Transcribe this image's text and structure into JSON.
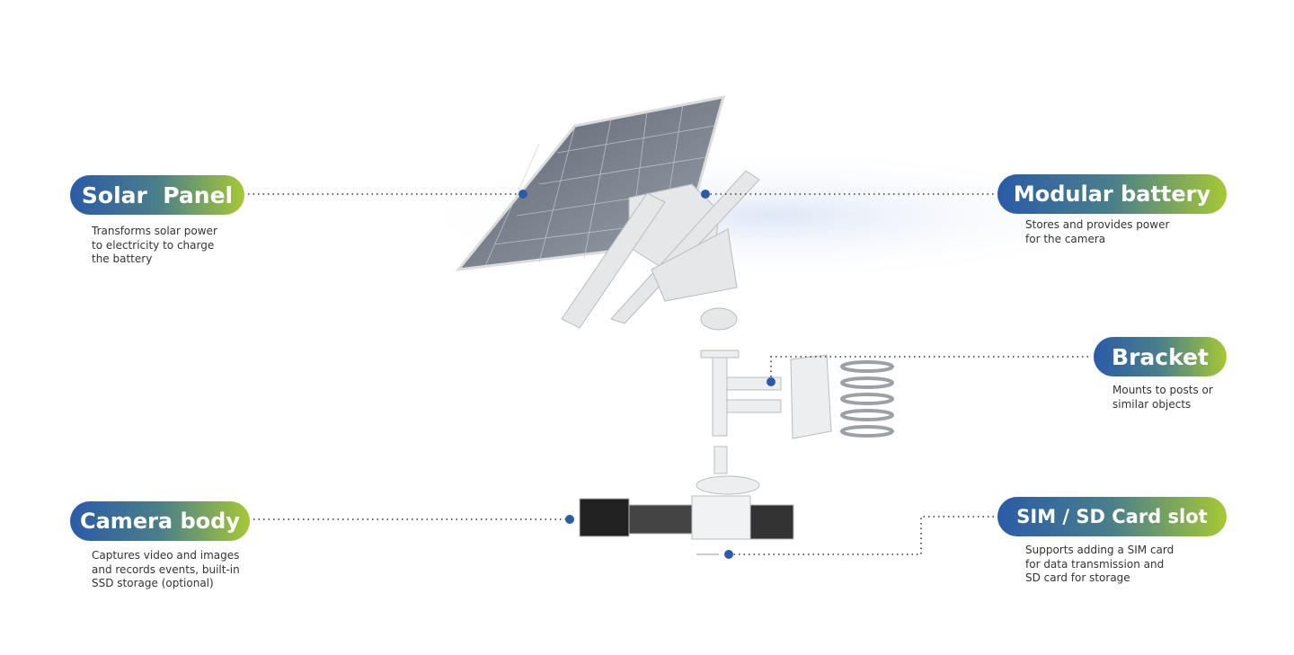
{
  "components": [
    {
      "id": "solar-panel",
      "title": "Solar  Panel",
      "description": [
        "Transforms solar power",
        "to electricity to charge",
        "the battery"
      ]
    },
    {
      "id": "modular-battery",
      "title": "Modular battery",
      "description": [
        "Stores and provides power",
        "for the camera"
      ]
    },
    {
      "id": "bracket",
      "title": "Bracket",
      "description": [
        "Mounts to posts or",
        "similar objects"
      ]
    },
    {
      "id": "camera-body",
      "title": "Camera body",
      "description": [
        "Captures video and images",
        "and records events, built-in",
        "SSD storage (optional)"
      ]
    },
    {
      "id": "sim-sd-card-slot",
      "title": "SIM / SD Card slot",
      "description": [
        "Supports adding a SIM card",
        "for data transmission and",
        "SD card for storage"
      ]
    }
  ],
  "colors": {
    "gradient_start": "#2a5ba8",
    "gradient_end": "#a6c835",
    "connector_dot": "#2a5ba8",
    "connector_line": "#666666"
  }
}
